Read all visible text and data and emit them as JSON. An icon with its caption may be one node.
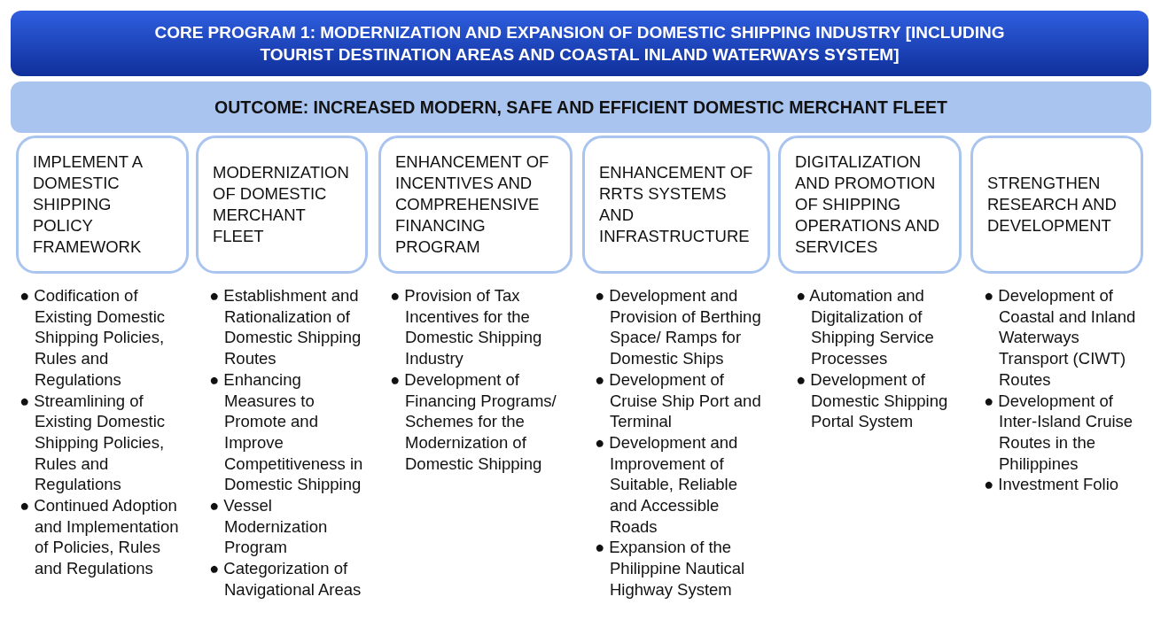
{
  "diagram": {
    "nodes": [
      {
        "text": [
          "CORE PROGRAM 1: MODERNIZATION AND EXPANSION OF DOMESTIC SHIPPING INDUSTRY [INCLUDING TOURIST DESTINATION AREAS AND COASTAL INLAND WATERWAYS SYSTEM]"
        ]
      },
      {
        "text": [
          "OUTCOME: INCREASED MODERN, SAFE AND EFFICIENT DOMESTIC MERCHANT FLEET"
        ]
      },
      {
        "text": [
          "IMPLEMENT A DOMESTIC SHIPPING POLICY FRAMEWORK"
        ],
        "beside": [
          "● Codification of Existing Domestic Shipping Policies, Rules and Regulations",
          "● Streamlining of Existing Domestic Shipping Policies, Rules and Regulations",
          "● Continued Adoption and Implementation of Policies, Rules and Regulations"
        ]
      },
      {
        "text": [
          "MODERNIZATION OF DOMESTIC MERCHANT FLEET"
        ],
        "beside": [
          "● Establishment and Rationalization of Domestic Shipping Routes",
          "● Enhancing Measures to Promote and Improve Competitiveness in Domestic Shipping",
          "● Vessel Modernization Program",
          "● Categorization of Navigational Areas"
        ]
      },
      {
        "text": [
          "ENHANCEMENT OF INCENTIVES AND COMPREHENSIVE FINANCING PROGRAM"
        ],
        "beside": [
          "● Provision of Tax Incentives for the Domestic Shipping Industry",
          "● Development of Financing Programs/ Schemes for the Modernization of Domestic Shipping"
        ]
      },
      {
        "text": [
          "ENHANCEMENT OF RRTS SYSTEMS AND INFRASTRUCTURE"
        ],
        "beside": [
          "● Development and Provision of Berthing Space/ Ramps for Domestic Ships",
          "● Development of Cruise Ship Port and Terminal",
          "● Development and Improvement of Suitable, Reliable and Accessible Roads",
          "● Expansion of the Philippine Nautical Highway System"
        ]
      },
      {
        "text": [
          "DIGITALIZATION AND PROMOTION OF SHIPPING OPERATIONS AND SERVICES"
        ],
        "beside": [
          "● Automation and Digitalization of Shipping Service Processes",
          "● Development of Domestic Shipping Portal System"
        ]
      },
      {
        "text": [
          "STRENGTHEN RESEARCH AND DEVELOPMENT"
        ],
        "beside": [
          "● Development of Coastal and Inland Waterways Transport (CIWT) Routes",
          "● Development of Inter-Island Cruise Routes in the Philippines",
          "● Investment Folio"
        ]
      }
    ],
    "edges": []
  }
}
